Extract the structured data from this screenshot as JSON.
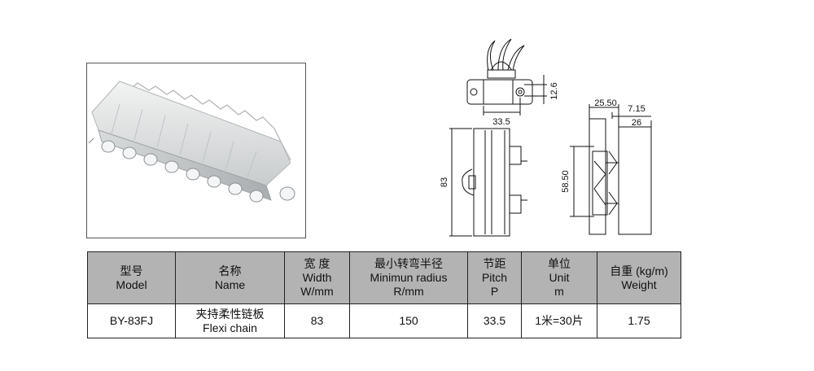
{
  "drawing": {
    "dimensions": {
      "top_height": "12.6",
      "top_width": "33.5",
      "front_width": "83",
      "side_25_50": "25.50",
      "side_7_15": "7.15",
      "side_26": "26",
      "side_58_50": "58.50"
    }
  },
  "table": {
    "headers": [
      {
        "zh": "型号",
        "en": "Model",
        "en2": ""
      },
      {
        "zh": "名称",
        "en": "Name",
        "en2": ""
      },
      {
        "zh": "宽 度",
        "en": "Width",
        "en2": "W/mm"
      },
      {
        "zh": "最小转弯半径",
        "en": "Minimun radius",
        "en2": "R/mm"
      },
      {
        "zh": "节距",
        "en": "Pitch",
        "en2": "P"
      },
      {
        "zh": "单位",
        "en": "Unit",
        "en2": "m"
      },
      {
        "zh": "自重 (kg/m)",
        "en": "Weight",
        "en2": ""
      }
    ],
    "row": {
      "model": "BY-83FJ",
      "name_zh": "夹持柔性链板",
      "name_en": "Flexi chain",
      "width": "83",
      "radius": "150",
      "pitch": "33.5",
      "unit": "1米=30片",
      "weight": "1.75"
    }
  }
}
